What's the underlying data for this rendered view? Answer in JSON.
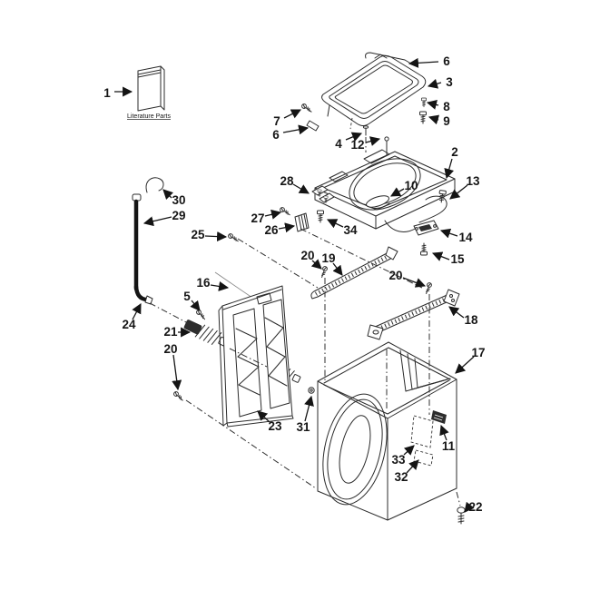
{
  "diagram": {
    "caption": "Literature Parts",
    "colors": {
      "line": "#2b2b2b",
      "dark_fill": "#2d2d2d",
      "background": "#ffffff"
    },
    "callouts": {
      "n1": "1",
      "n2": "2",
      "n3": "3",
      "n4": "4",
      "n5": "5",
      "n6": "6",
      "n7": "7",
      "n8": "8",
      "n9": "9",
      "n10": "10",
      "n11": "11",
      "n12": "12",
      "n13": "13",
      "n14": "14",
      "n15": "15",
      "n16": "16",
      "n17": "17",
      "n18": "18",
      "n19": "19",
      "n20": "20",
      "n21": "21",
      "n22": "22",
      "n23": "23",
      "n24": "24",
      "n25": "25",
      "n26": "26",
      "n27": "27",
      "n28": "28",
      "n29": "29",
      "n30": "30",
      "n31": "31",
      "n32": "32",
      "n33": "33",
      "n34": "34"
    }
  }
}
